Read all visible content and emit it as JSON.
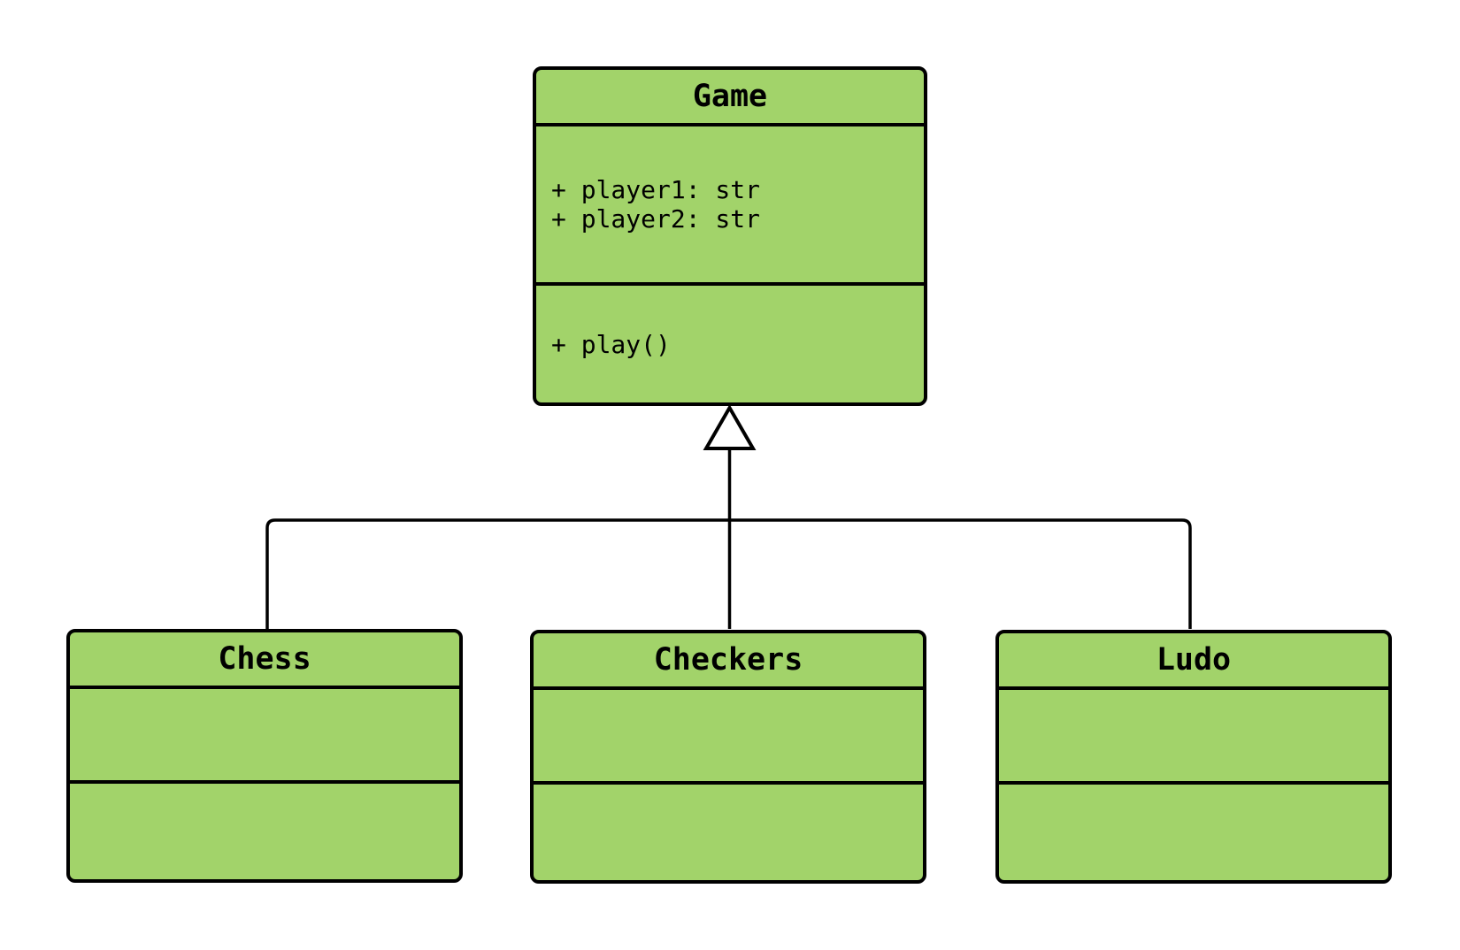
{
  "diagram": {
    "type": "uml-class-diagram",
    "background_color": "#ffffff",
    "node_fill_color": "#a2d36a",
    "node_stroke_color": "#000000",
    "classes": [
      {
        "name": "Game",
        "attributes": [
          "+ player1: str",
          "+ player2: str"
        ],
        "methods": [
          "+ play()"
        ]
      },
      {
        "name": "Chess",
        "attributes": [],
        "methods": []
      },
      {
        "name": "Checkers",
        "attributes": [],
        "methods": []
      },
      {
        "name": "Ludo",
        "attributes": [],
        "methods": []
      }
    ],
    "relationships": [
      {
        "type": "inheritance",
        "from": "Chess",
        "to": "Game"
      },
      {
        "type": "inheritance",
        "from": "Checkers",
        "to": "Game"
      },
      {
        "type": "inheritance",
        "from": "Ludo",
        "to": "Game"
      }
    ]
  }
}
